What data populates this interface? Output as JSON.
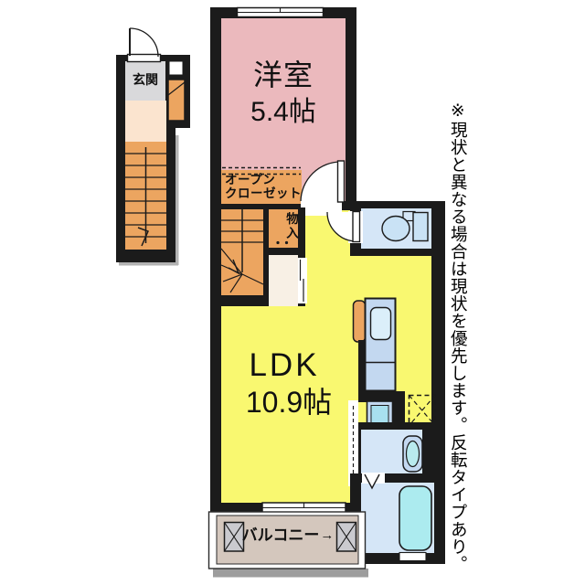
{
  "plan": {
    "entrance_label": "玄関",
    "western_room_label": "洋室",
    "western_room_size": "5.4帖",
    "open_closet_line1": "オープン",
    "open_closet_line2": "クローゼット",
    "storage_label": "物入",
    "ldk_label": "LDK",
    "ldk_size": "10.9帖",
    "balcony_label": "バルコニー",
    "balcony_arrow": "→"
  },
  "disclaimer": "※現状と異なる場合は現状を優先します。反転タイプあり。",
  "colors": {
    "wall": "#1b1b1b",
    "western_room": "#EBB9BD",
    "ldk": "#F9F870",
    "wood": "#ECA560",
    "entrance_floor": "#FBE4CF",
    "entrance_hall": "#D9D9DB",
    "corridor": "#F8F0E5",
    "water_rooms": "#D5E6F7",
    "kitchen_counter": "#C3D8F0",
    "bathtub": "#ACEBEF",
    "balcony": "#D4C7BD",
    "pillar_box": "#CACACF"
  }
}
